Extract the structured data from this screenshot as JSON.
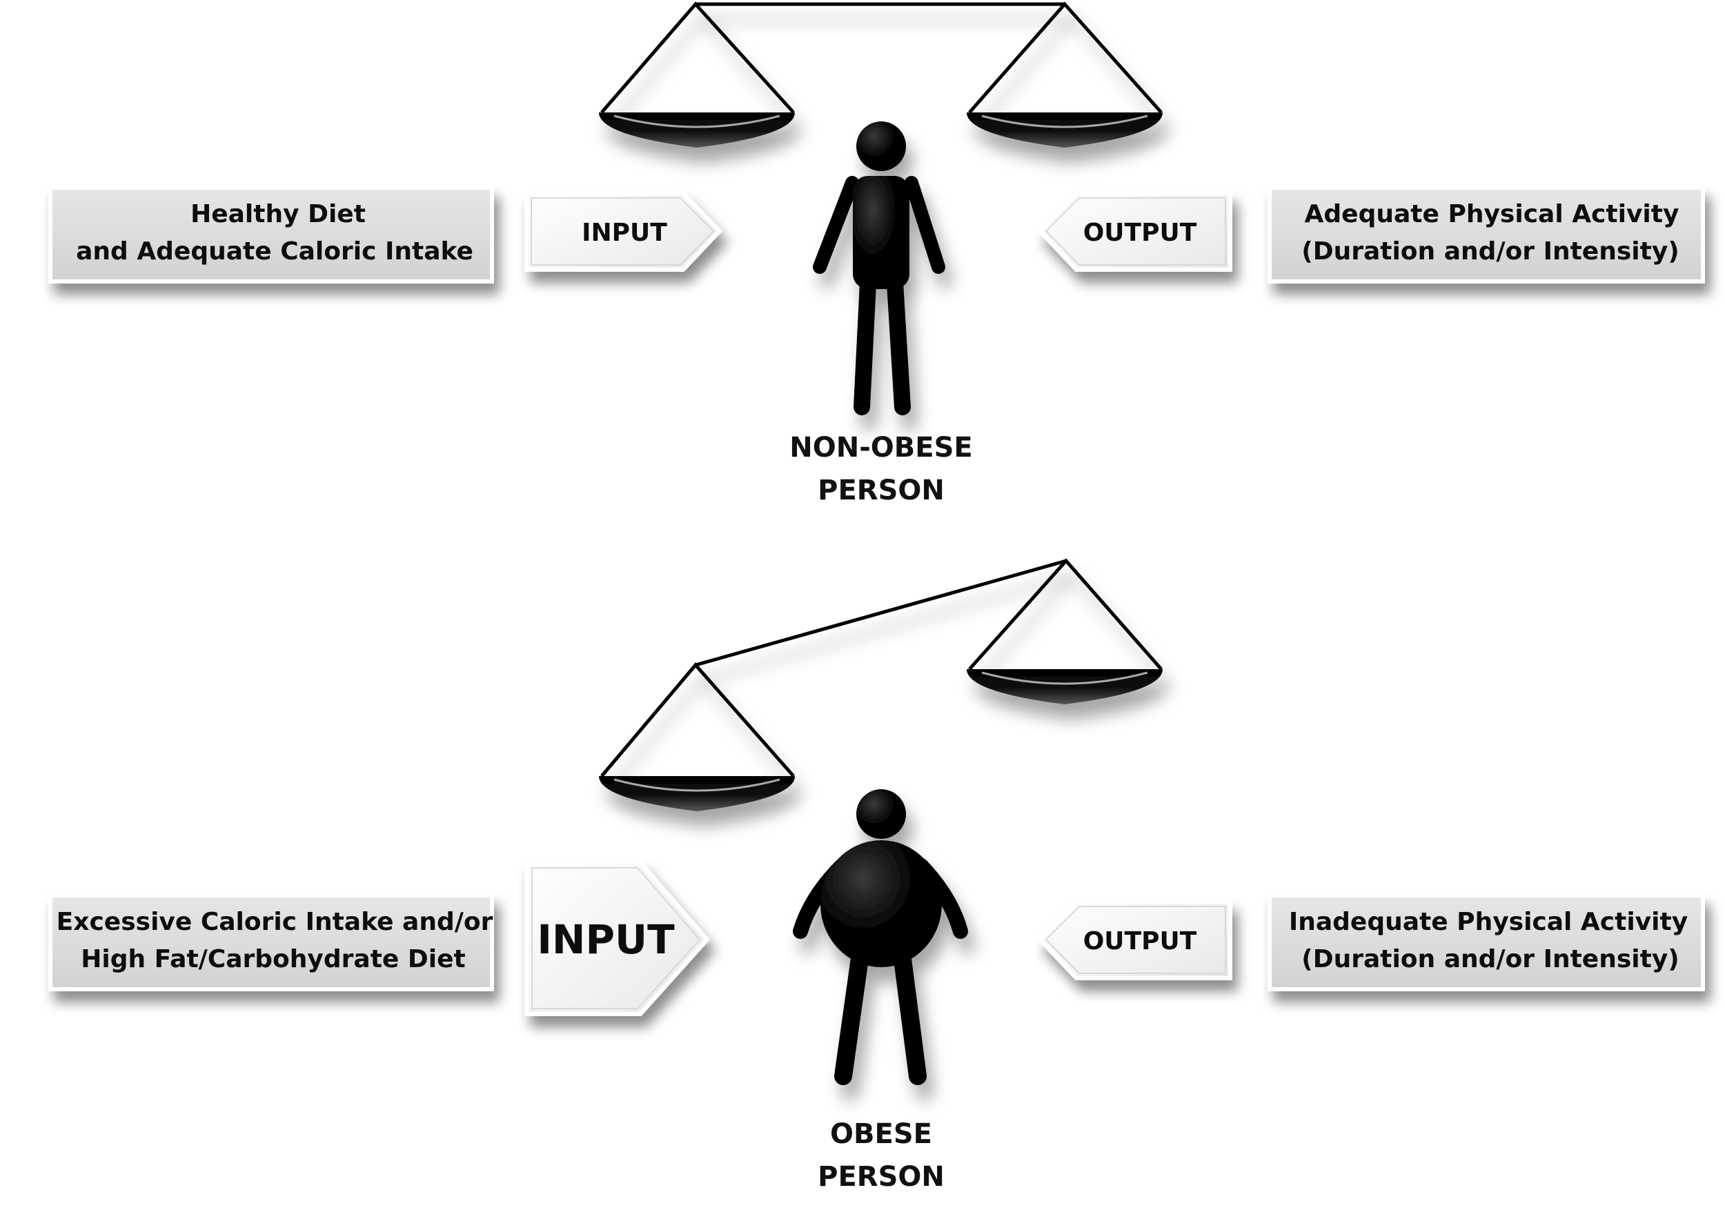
{
  "colors": {
    "box_fill": "#dcdcdc",
    "box_border": "#ffffff",
    "arrow_fill": "#f4f4f4",
    "figure": "#000000",
    "text": "#111111"
  },
  "top": {
    "input_box": {
      "line1": "Healthy Diet",
      "line2": "and  Adequate Caloric Intake"
    },
    "input_arrow": "INPUT",
    "output_arrow": "OUTPUT",
    "output_box": {
      "line1": "Adequate Physical Activity",
      "line2": "(Duration and/or Intensity)"
    },
    "person_label": {
      "line1": "NON-OBESE",
      "line2": "PERSON"
    }
  },
  "bottom": {
    "input_box": {
      "line1": "Excessive Caloric Intake and/or",
      "line2": "High Fat/Carbohydrate Diet"
    },
    "input_arrow": "INPUT",
    "output_arrow": "OUTPUT",
    "output_box": {
      "line1": "Inadequate Physical Activity",
      "line2": "(Duration and/or Intensity)"
    },
    "person_label": {
      "line1": "OBESE",
      "line2": "PERSON"
    }
  }
}
